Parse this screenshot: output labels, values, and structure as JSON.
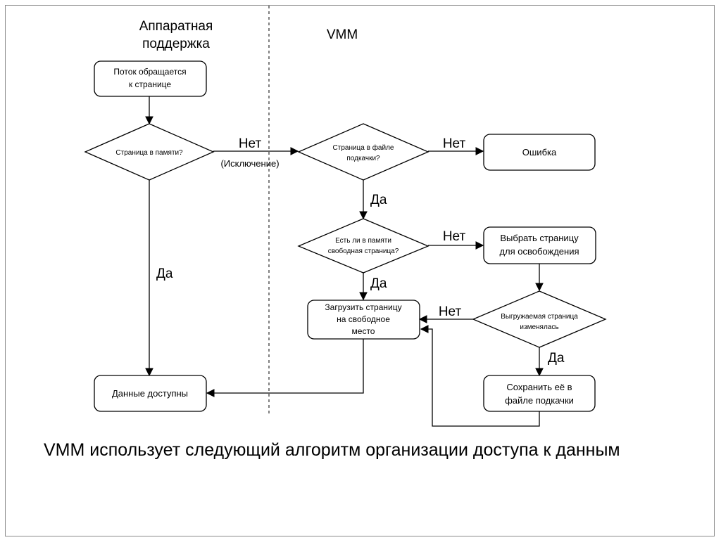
{
  "columns": {
    "hardware_line1": "Аппаратная",
    "hardware_line2": "поддержка",
    "vmm": "VMM"
  },
  "nodes": {
    "thread_access": [
      "Поток обращается",
      "к странице"
    ],
    "page_in_memory": [
      "Страница в памяти?"
    ],
    "page_in_swap": [
      "Страница в файле",
      "подкачки?"
    ],
    "error": [
      "Ошибка"
    ],
    "free_page": [
      "Есть ли в памяти",
      "свободная страница?"
    ],
    "choose_page": [
      "Выбрать страницу",
      "для освобождения"
    ],
    "load_page": [
      "Загрузить страницу",
      "на свободное",
      "место"
    ],
    "page_modified": [
      "Выгружаемая страница",
      "изменялась"
    ],
    "save_page": [
      "Сохранить её в",
      "файле подкачки"
    ],
    "data_available": [
      "Данные доступны"
    ]
  },
  "edge_labels": {
    "no1": "Нет",
    "exception": "(Исключение)",
    "no2": "Нет",
    "yes_swap": "Да",
    "no3": "Нет",
    "yes_free": "Да",
    "no4": "Нет",
    "yes_modified": "Да",
    "yes_memory": "Да"
  },
  "caption": "VMM использует следующий алгоритм организации доступа к данным"
}
